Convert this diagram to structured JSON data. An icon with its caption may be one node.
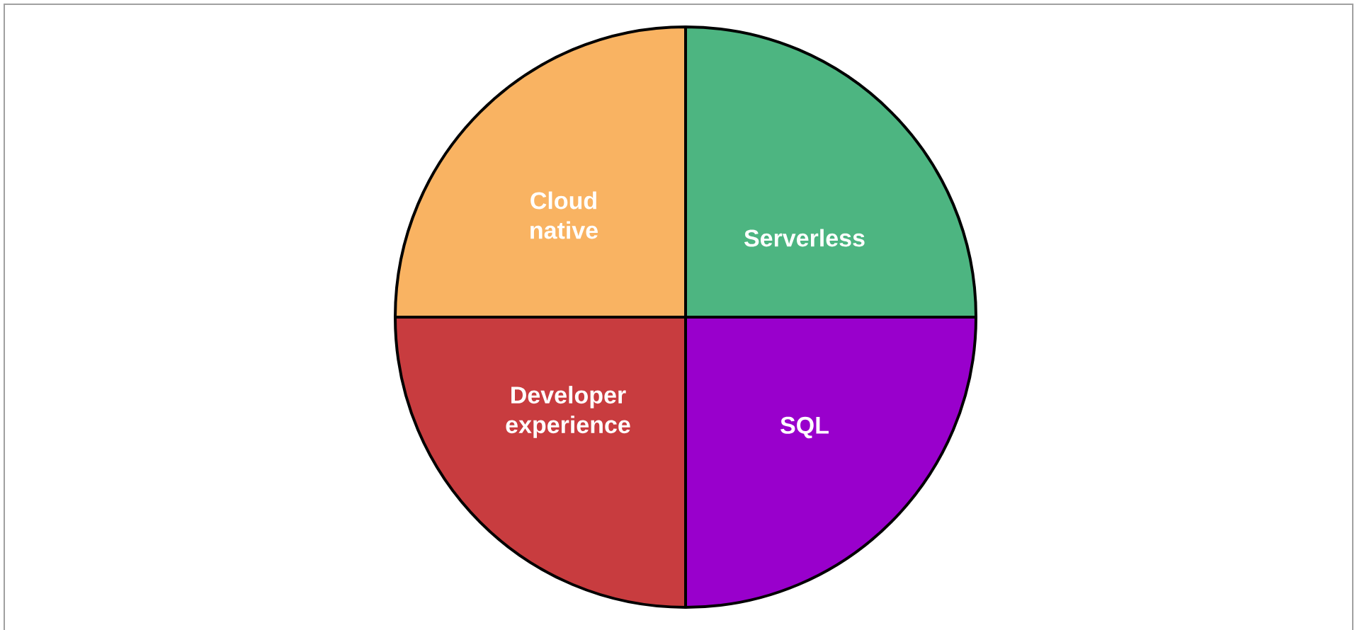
{
  "diagram": {
    "nodes": [
      {
        "text": [
          "Cloud native"
        ]
      },
      {
        "text": [
          "Serverless"
        ]
      },
      {
        "text": [
          "Developer experience"
        ]
      },
      {
        "text": [
          "SQL"
        ]
      }
    ]
  }
}
